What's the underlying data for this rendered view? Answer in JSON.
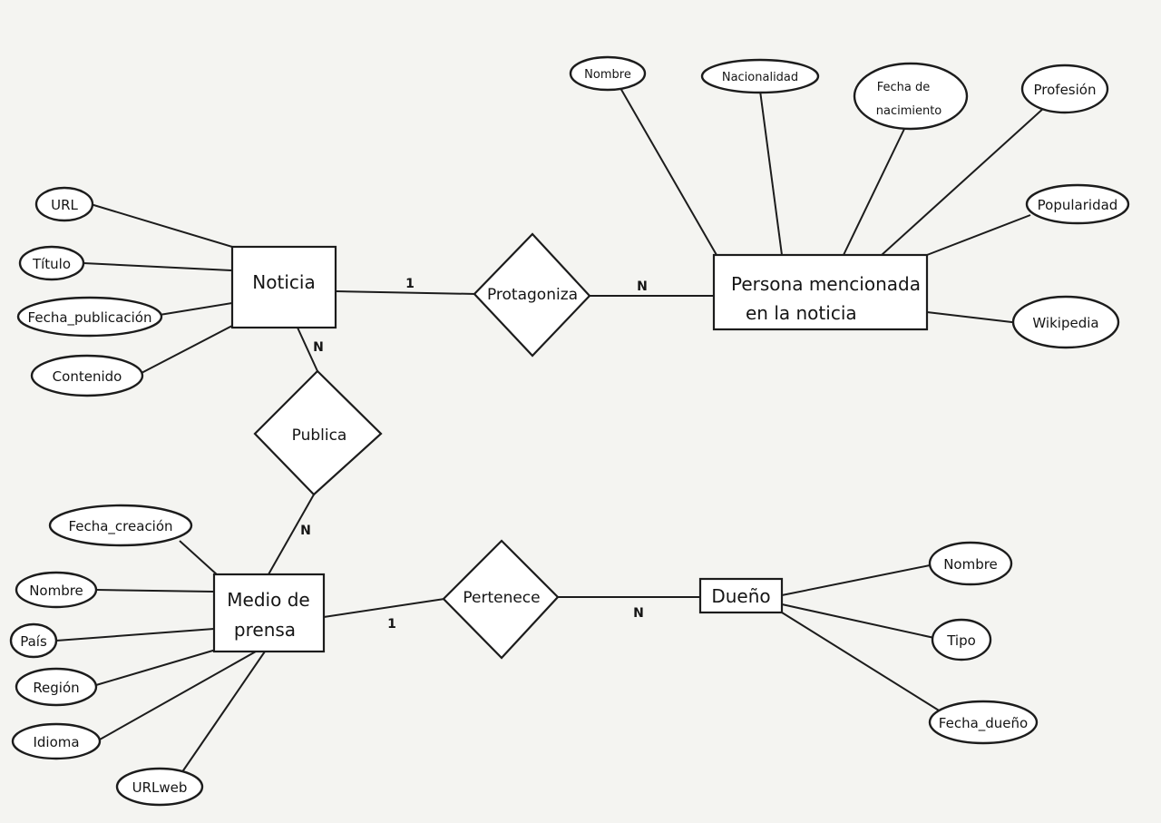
{
  "diagram": {
    "entities": {
      "noticia": "Noticia",
      "persona_line1": "Persona mencionada",
      "persona_line2": "en la noticia",
      "medio_line1": "Medio de",
      "medio_line2": "prensa",
      "dueno": "Dueño"
    },
    "relationships": {
      "protagoniza": "Protagoniza",
      "publica": "Publica",
      "pertenece": "Pertenece"
    },
    "cardinalities": {
      "noticia_protagoniza": "1",
      "protagoniza_persona": "N",
      "noticia_publica": "N",
      "publica_medio": "N",
      "medio_pertenece": "1",
      "pertenece_dueno": "N"
    },
    "attributes": {
      "noticia": [
        "URL",
        "Título",
        "Fecha_publicación",
        "Contenido"
      ],
      "persona": {
        "nombre": "Nombre",
        "nacionalidad": "Nacionalidad",
        "fecha_nac_line1": "Fecha de",
        "fecha_nac_line2": "nacimiento",
        "profesion": "Profesión",
        "popularidad": "Popularidad",
        "wikipedia": "Wikipedia"
      },
      "medio": [
        "Fecha_creación",
        "Nombre",
        "País",
        "Región",
        "Idioma",
        "URLweb"
      ],
      "dueno": [
        "Nombre",
        "Tipo",
        "Fecha_dueño"
      ]
    }
  }
}
